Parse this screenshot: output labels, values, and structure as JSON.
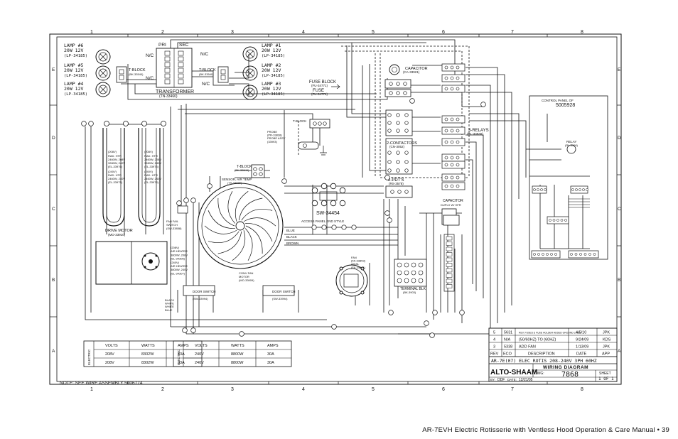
{
  "grid": {
    "cols": [
      "1",
      "2",
      "3",
      "4",
      "5",
      "6",
      "7",
      "8"
    ],
    "rows": [
      "E",
      "D",
      "C",
      "B",
      "A"
    ]
  },
  "lamps_left": [
    {
      "name": "LAMP #6",
      "spec": "20W 12V",
      "part": "(LP-34185)"
    },
    {
      "name": "LAMP #5",
      "spec": "20W 12V",
      "part": "(LP-34185)"
    },
    {
      "name": "LAMP #4",
      "spec": "20W 12V",
      "part": "(LP-34185)"
    }
  ],
  "lamps_right": [
    {
      "name": "LAMP #1",
      "spec": "20W 12V",
      "part": "(LP-34185)"
    },
    {
      "name": "LAMP #2",
      "spec": "20W 12V",
      "part": "(LP-34185)"
    },
    {
      "name": "LAMP #3",
      "spec": "20W 12V",
      "part": "(LP-34185)"
    }
  ],
  "tblock_left": {
    "name": "T-BLOCK",
    "part": "(BK-33540)"
  },
  "tblock_right": {
    "name": "T-BLOCK",
    "part": "(BK-33540)"
  },
  "transformer": {
    "pri": "PRI",
    "sec": "SEC",
    "name": "TRANSFORMER",
    "part": "(TN-33460)"
  },
  "nc_labels": [
    "N/C",
    "N/C",
    "N/C",
    "N/C"
  ],
  "fuse_block": {
    "name": "FUSE BLOCK",
    "part": "(FU-34771)",
    "fuse": "FUSE",
    "fuse_part": "(FU-34772)"
  },
  "capacitor": {
    "name": "CAPACITOR",
    "part": "(CA-33921)"
  },
  "relays": {
    "name": "3-RELAYS",
    "part": "(RL-33930)"
  },
  "contactors": {
    "name": "2-CONTACTORS",
    "part": "(CN-3052)"
  },
  "sw_2pdt": {
    "name": "2-PDT'S",
    "part": "(RS-3578)"
  },
  "capacitor2": {
    "name": "CAPACITOR",
    "part": "DUPLX W/ HFR"
  },
  "control_panel": {
    "title": "CONTROL PANEL OF",
    "part": "5005928"
  },
  "relay_small": {
    "name": "RELAY",
    "part": "(RL-3390)"
  },
  "heaters": [
    {
      "num": "(208V)",
      "rows": [
        "RAD. HTR",
        "2460W, 208V",
        "3280W, 240V",
        "(EL-33976)"
      ]
    },
    {
      "num": "(208V)",
      "rows": [
        "RAD. HTR",
        "2460W, 208V",
        "3280W, 240V",
        "(EL-33976)"
      ]
    }
  ],
  "heater_labels2": [
    {
      "rows": [
        "(240V)",
        "RAD. HTR",
        "2460W, 240V",
        "(EL-33975)"
      ]
    },
    {
      "rows": [
        "(240V)",
        "RAD. HTR",
        "2460W, 240V",
        "(EL-33974)"
      ]
    }
  ],
  "drive_motor": {
    "name": "DRIVE MOTOR",
    "part": "(MO-33910)"
  },
  "air_heater": {
    "rows": [
      "(208V)",
      "AIR HEATER",
      "3800W, 208V",
      "(EL-34306)",
      "(240V)",
      "AIR HEATER",
      "3800W, 240V",
      "(EL-34307)"
    ]
  },
  "fan_label": {
    "rows": [
      "FAN FAIL",
      "SWITCH",
      "(SW-33858)"
    ]
  },
  "conv_fan": {
    "rows": [
      "CONV FAN",
      "MOTOR",
      "(MO-33909)"
    ]
  },
  "probe": {
    "rows": [
      "PROBE",
      "(PR-33838)",
      "PROBE ASSY",
      "(33993)"
    ]
  },
  "tblock_mid": {
    "name": "T-BLOCK",
    "part": "(BK-33540)"
  },
  "sensor": {
    "name": "SENSOR, AIR TEMP",
    "part": "(TS-33839)"
  },
  "sw_main": {
    "name": "SW-34454",
    "note": "ACCESS PANEL END STYLE"
  },
  "wire_colors": [
    "BLUE",
    "BLACK",
    "BROWN"
  ],
  "wire_colors2": [
    "BLACK",
    "WHITE",
    "WHITE",
    "BLUE"
  ],
  "fan_small": {
    "rows": [
      "FAN",
      "(FA-33853)",
      "AXIAL",
      "(FA-34041)"
    ]
  },
  "terminal_blk": {
    "name": "TERMINAL BLK",
    "part": "(BK-3903)"
  },
  "door_sw1": {
    "rows": [
      "DOOR SWITCH",
      "(SW-33994)"
    ]
  },
  "door_sw2": {
    "rows": [
      "DOOR SWITCH",
      "(SW-33994)"
    ]
  },
  "rating_left": {
    "side": "ELECTRIC",
    "headers": [
      "VOLTS",
      "WATTS",
      "AMPS"
    ],
    "rows": [
      [
        "208V",
        "8302W",
        "33A"
      ],
      [
        "208V",
        "8302W",
        "33A"
      ]
    ]
  },
  "rating_right": {
    "side": "ELECTRIC",
    "headers": [
      "VOLTS",
      "WATTS",
      "AMPS"
    ],
    "rows": [
      [
        "240V",
        "8800W",
        "30A"
      ],
      [
        "240V",
        "8800W",
        "30A"
      ]
    ]
  },
  "note": "NOTE: SEE WIRE ASSEMBLY 5006774",
  "revisions": [
    {
      "rev": "5",
      "eco": "5631",
      "desc": "REV. FUSES & FUSE HOLDER ADDED GROUND LINES",
      "date": "4/5/10",
      "app": "JPK"
    },
    {
      "rev": "4",
      "eco": "N/A",
      "desc": "(50/60HZ) TO (60HZ)",
      "date": "9/24/09",
      "app": "KDS"
    },
    {
      "rev": "3",
      "eco": "5338",
      "desc": "ADD FAN",
      "date": "1/13/09",
      "app": "JPK"
    }
  ],
  "rev_headers": {
    "rev": "REV",
    "eco": "ECO",
    "desc": "DESCRIPTION",
    "date": "DATE",
    "app": "APP"
  },
  "model_line": "AR-7E(07) ELEC ROTIS 208-240V 3PH 60HZ",
  "logo": "ALTO-SHAAM",
  "title_block": {
    "title": "WIRING DIAGRAM",
    "dwg_label": "DWG:",
    "dwg_no": "7868",
    "sheet_label": "SHEET",
    "sheet_no": "1 OF 1",
    "by_label": "BY:",
    "by": "DDF",
    "date_label": "DATE:",
    "date": "12/21/05"
  },
  "footer": "AR-7EVH Electric Rotisserie with Ventless Hood Operation & Care Manual  •  39",
  "colors": {
    "ink": "#111111",
    "paper": "#ffffff"
  },
  "icons": [
    "lamp-icon",
    "fan-icon",
    "motor-icon",
    "capacitor-icon",
    "relay-icon"
  ]
}
